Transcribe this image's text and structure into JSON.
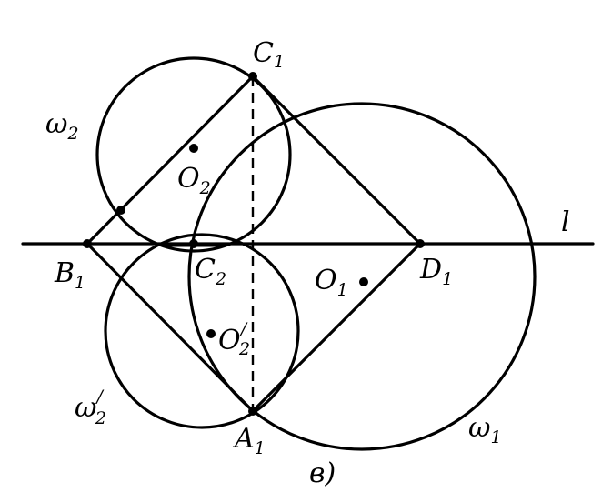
{
  "labels": {
    "C1": {
      "main": "C",
      "sub": "1"
    },
    "C2": {
      "main": "C",
      "sub": "2"
    },
    "B1": {
      "main": "B",
      "sub": "1"
    },
    "D1": {
      "main": "D",
      "sub": "1"
    },
    "A1": {
      "main": "A",
      "sub": "1"
    },
    "O1": {
      "main": "O",
      "sub": "1"
    },
    "O2": {
      "main": "O",
      "sub": "2"
    },
    "O2p": {
      "main": "O",
      "sub": "2",
      "sup": "/"
    },
    "w1": {
      "main": "ω",
      "sub": "1"
    },
    "w2": {
      "main": "ω",
      "sub": "2"
    },
    "w2p": {
      "main": "ω",
      "sub": "2",
      "sup": "/"
    },
    "line_l": "l",
    "caption": "в)"
  },
  "colors": {
    "ink": "#000000",
    "paper": "#ffffff"
  }
}
